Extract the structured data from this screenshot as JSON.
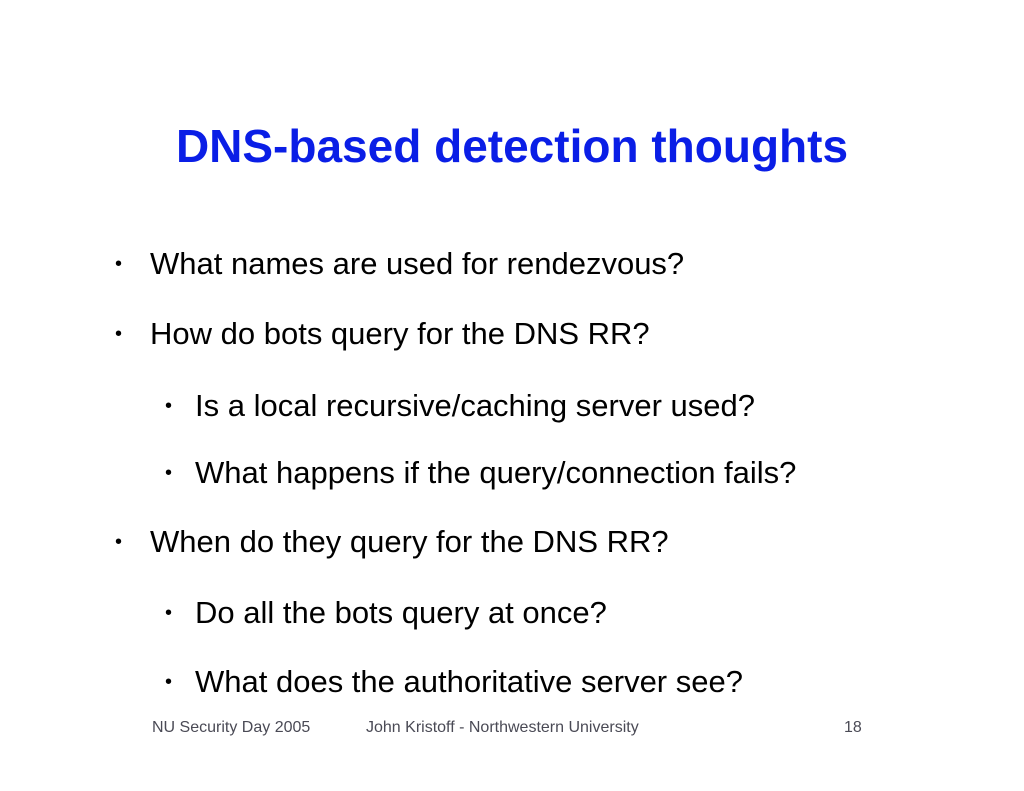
{
  "slide": {
    "title": "DNS-based detection thoughts",
    "bullet_glyph": "•",
    "bullets": [
      {
        "level": 1,
        "text": "What names are used for rendezvous?"
      },
      {
        "level": 1,
        "text": "How do bots query for the DNS RR?"
      },
      {
        "level": 2,
        "text": "Is a local recursive/caching server used?"
      },
      {
        "level": 2,
        "text": "What happens if the query/connection fails?"
      },
      {
        "level": 1,
        "text": "When do they query for the DNS RR?"
      },
      {
        "level": 2,
        "text": "Do all the bots query at once?"
      },
      {
        "level": 2,
        "text": "What does the authoritative server see?"
      }
    ],
    "footer": {
      "left": "NU Security Day 2005",
      "center": "John Kristoff - Northwestern University",
      "page_number": "18"
    },
    "colors": {
      "title": "#0a1ee6",
      "body_text": "#000000",
      "footer_text": "#4a4a55",
      "background": "#ffffff"
    }
  }
}
